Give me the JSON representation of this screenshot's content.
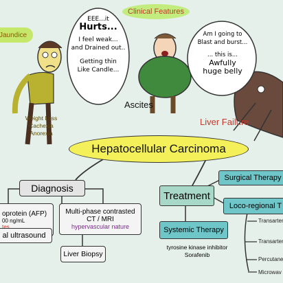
{
  "clinical_features": {
    "title": "Clinical Features",
    "jaundice": "Jaundice",
    "bubble1": [
      "EEE...it",
      "Hurts...",
      "I feel weak...",
      "and Drained out..",
      "Getting thin",
      "Like Candle..."
    ],
    "weight_loss": [
      "Weight Loss",
      "Cachexia",
      "Anorexia"
    ],
    "ascites": "Ascites",
    "bubble2": [
      "Am I going to",
      "Blast and burst...",
      "... this is...",
      "Awfully",
      "huge belly"
    ],
    "liver_failure": "Liver Failure"
  },
  "central": {
    "title": "Hepatocellular Carcinoma"
  },
  "diagnosis": {
    "title": "Diagnosis",
    "afp": "oprotein (AFP)",
    "afp_sub": "00 ng/mL",
    "afp_red": "tes",
    "imaging": [
      "Multi-phase contrasted",
      "CT / MRI"
    ],
    "imaging_note": "hypervascular nature",
    "ultrasound": "al ultrasound",
    "biopsy": "Liver Biopsy"
  },
  "treatment": {
    "title": "Treatment",
    "surgical": "Surgical Therapy",
    "locoregional": "Loco-regional T",
    "systemic": "Systemic Therapy",
    "systemic_drugs": [
      "tyrosine kinase inhibitor",
      "Sorafenib"
    ],
    "loco_items": [
      "Transarterial",
      "Transarterial",
      "Percutane",
      "Microwav"
    ]
  },
  "colors": {
    "background": "#e6f0ea",
    "title_yellow": "#f4f05a",
    "label_green": "#c6e86a",
    "clinical_pill": "#c2ec7e",
    "treatment_box": "#a8d8c8",
    "teal_box": "#6ec6c9",
    "red_text": "#c0392b",
    "purple_text": "#7a2a8a"
  }
}
